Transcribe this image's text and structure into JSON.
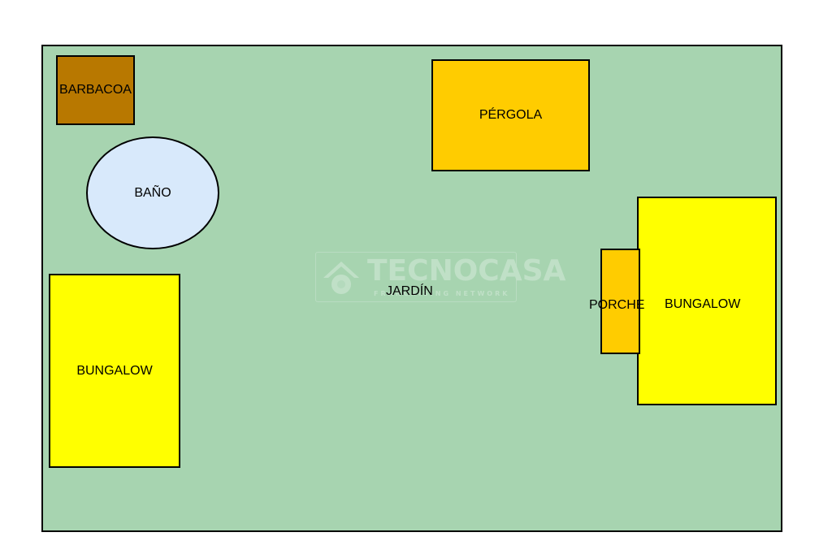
{
  "plan": {
    "jardin": "JARDÍN",
    "barbacoa": "BARBACOA",
    "bano": "BAÑO",
    "pergola": "PÉRGOLA",
    "bungalow_left": "BUNGALOW",
    "bungalow_right": "BUNGALOW",
    "porche": "PORCHE"
  },
  "watermark": {
    "title": "TECNOCASA",
    "subtitle": "FRANCHISING NETWORK",
    "icon": "house-logo-icon"
  },
  "colors": {
    "garden": "#a7d4b0",
    "barbacoa": "#b87800",
    "bano": "#d8e9fb",
    "pergola": "#ffcc00",
    "bungalow": "#ffff00",
    "porche": "#ffcc00"
  }
}
